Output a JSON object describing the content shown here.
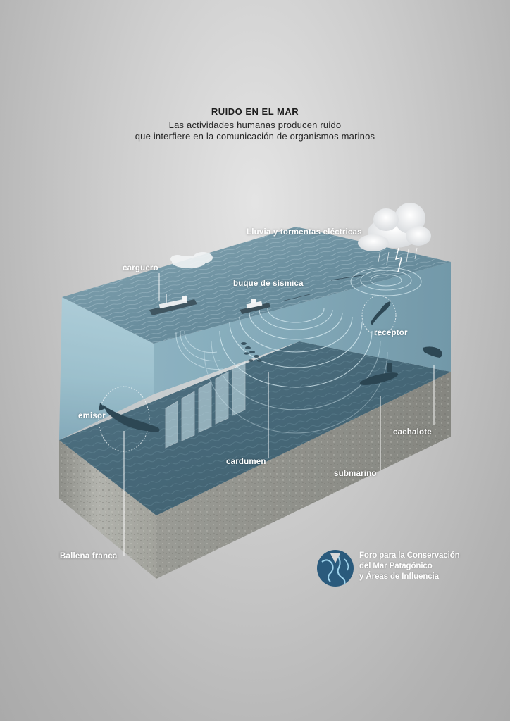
{
  "header": {
    "title": "RUIDO EN EL MAR",
    "subtitle_line1": "Las actividades humanas producen ruido",
    "subtitle_line2": "que interfiere en la comunicación de organismos marinos"
  },
  "labels": {
    "rain": "Lluvia y tormentas eléctricas",
    "cargo": "carguero",
    "seismic": "buque de sísmica",
    "receiver": "receptor",
    "emitter": "emisor",
    "sperm_whale": "cachalote",
    "school": "cardumen",
    "submarine": "submarino",
    "right_whale": "Ballena franca"
  },
  "logo": {
    "line1": "Foro para la Conservación",
    "line2": "del Mar Patagónico",
    "line3": "y Áreas de Influencia"
  },
  "colors": {
    "sea_surface": "#6f96a6",
    "water_front": "#8fb9c9",
    "seabed": "#3c5d6d",
    "rock": "#a9aaa4",
    "sound_wave": "#e6f6fb",
    "animal": "#2d4754"
  },
  "icons": {
    "cloud": "storm-cloud-icon",
    "ship": "ship-icon",
    "whale": "whale-icon",
    "logo": "foro-logo-icon"
  }
}
